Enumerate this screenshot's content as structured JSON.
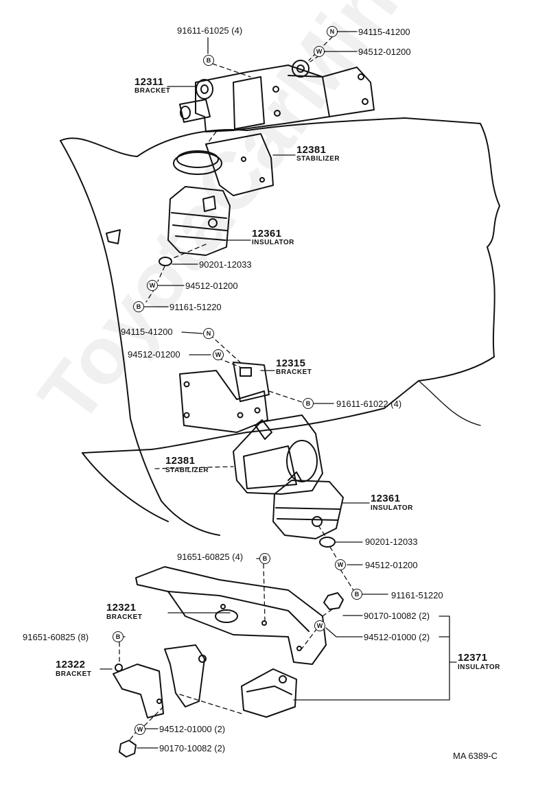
{
  "watermark": "ToyotaCarMine.ru",
  "code": "MA  6389-C",
  "symbols": {
    "bolt": "B",
    "washer": "W",
    "nut": "N"
  },
  "parts": {
    "p1": "91611-61025 (4)",
    "p2": "94115-41200",
    "p3": "94512-01200",
    "bracket_top": {
      "number": "12311",
      "name": "BRACKET"
    },
    "stabilizer_top": {
      "number": "12381",
      "name": "STABILIZER"
    },
    "insulator_top": {
      "number": "12361",
      "name": "INSULATOR"
    },
    "p4": "90201-12033",
    "p5": "94512-01200",
    "p6": "91161-51220",
    "p7": "94115-41200",
    "p8": "94512-01200",
    "bracket_mid": {
      "number": "12315",
      "name": "BRACKET"
    },
    "p9": "91611-61022 (4)",
    "stabilizer_mid": {
      "number": "12381",
      "name": "STABILIZER"
    },
    "insulator_mid": {
      "number": "12361",
      "name": "INSULATOR"
    },
    "p10": "90201-12033",
    "p11": "94512-01200",
    "p12": "91651-60825 (4)",
    "p13": "91161-51220",
    "bracket_cross": {
      "number": "12321",
      "name": "BRACKET"
    },
    "p14": "90170-10082 (2)",
    "p15": "91651-60825 (8)",
    "p16": "94512-01000 (2)",
    "insulator_rear": {
      "number": "12371",
      "name": "INSULATOR"
    },
    "bracket_rear": {
      "number": "12322",
      "name": "BRACKET"
    },
    "p17": "94512-01000 (2)",
    "p18": "90170-10082 (2)"
  }
}
